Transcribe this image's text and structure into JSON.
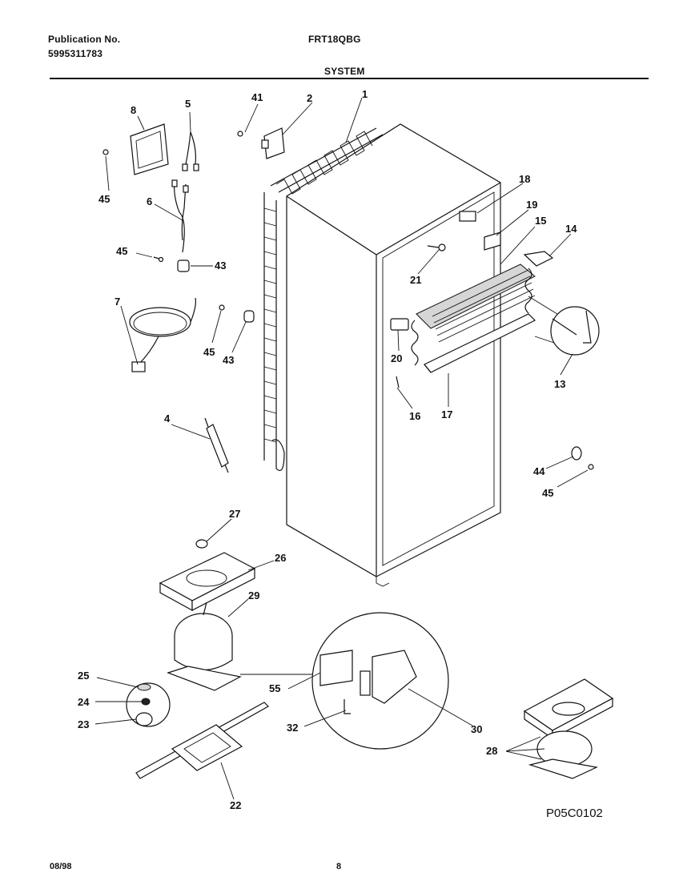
{
  "header": {
    "publication_label": "Publication No.",
    "publication_number": "5995311783",
    "model": "FRT18QBG",
    "section": "SYSTEM"
  },
  "callouts": [
    "1",
    "2",
    "4",
    "5",
    "6",
    "7",
    "8",
    "13",
    "14",
    "15",
    "16",
    "17",
    "18",
    "19",
    "20",
    "21",
    "22",
    "23",
    "24",
    "25",
    "26",
    "27",
    "28",
    "29",
    "30",
    "32",
    "41",
    "43",
    "43",
    "44",
    "45",
    "45",
    "45",
    "45",
    "55"
  ],
  "drawing_code": "P05C0102",
  "footer": {
    "date": "08/98",
    "page": "8"
  }
}
